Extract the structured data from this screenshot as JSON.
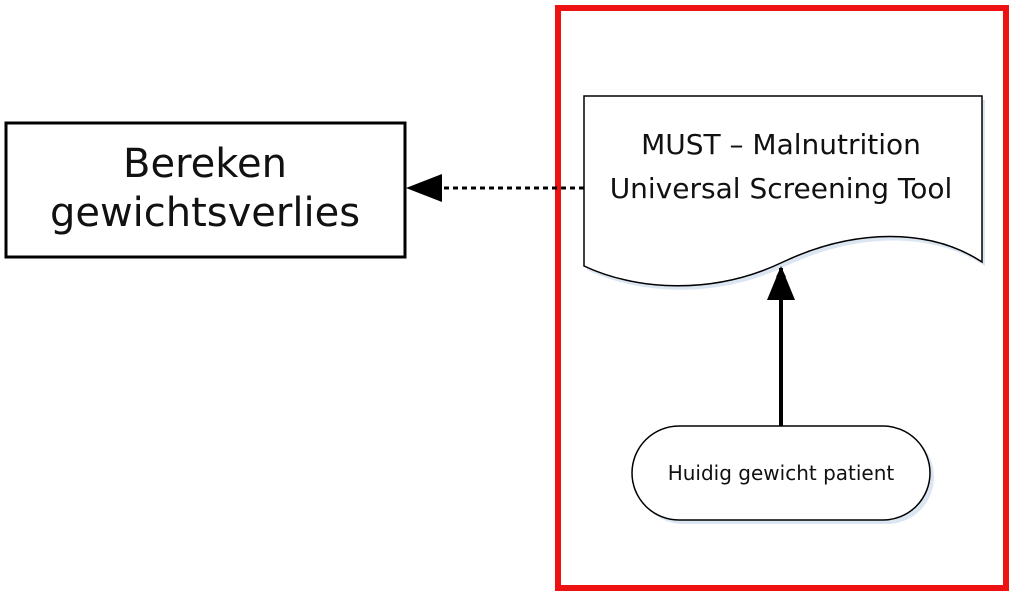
{
  "diagram": {
    "process_box": {
      "line1": "Bereken",
      "line2": "gewichtsverlies"
    },
    "document": {
      "line1": "MUST – Malnutrition",
      "line2": "Universal Screening Tool"
    },
    "terminator": {
      "label": "Huidig gewicht patient"
    },
    "colors": {
      "highlight_frame": "#ee1111",
      "stroke": "#000000",
      "shadow": "#dce6f2"
    }
  }
}
